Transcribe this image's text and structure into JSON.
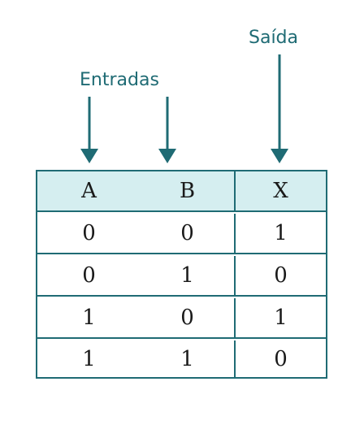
{
  "labels": {
    "inputs": "Entradas",
    "output": "Saída"
  },
  "table": {
    "headers": [
      "A",
      "B",
      "X"
    ],
    "rows": [
      [
        "0",
        "0",
        "1"
      ],
      [
        "0",
        "1",
        "0"
      ],
      [
        "1",
        "0",
        "1"
      ],
      [
        "1",
        "1",
        "0"
      ]
    ]
  },
  "colors": {
    "accent": "#1f6b74",
    "header_fill": "#d5eef0",
    "text": "#1a1a1a"
  }
}
